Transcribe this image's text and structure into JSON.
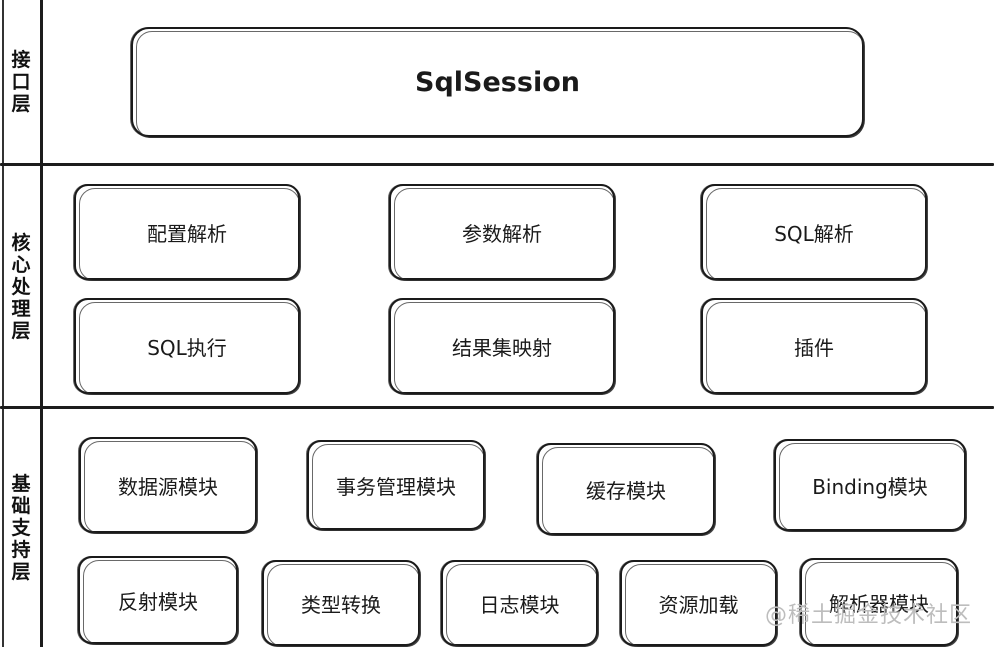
{
  "interface_layer": {
    "label": "接口层",
    "box": "SqlSession"
  },
  "core_layer": {
    "label": "核心处理层",
    "boxes": [
      "配置解析",
      "参数解析",
      "SQL解析",
      "SQL执行",
      "结果集映射",
      "插件"
    ]
  },
  "base_layer": {
    "label": "基础支持层",
    "boxes": [
      "数据源模块",
      "事务管理模块",
      "缓存模块",
      "Binding模块",
      "反射模块",
      "类型转换",
      "日志模块",
      "资源加载",
      "解析器模块"
    ]
  },
  "watermark": "@稀土掘金技术社区"
}
